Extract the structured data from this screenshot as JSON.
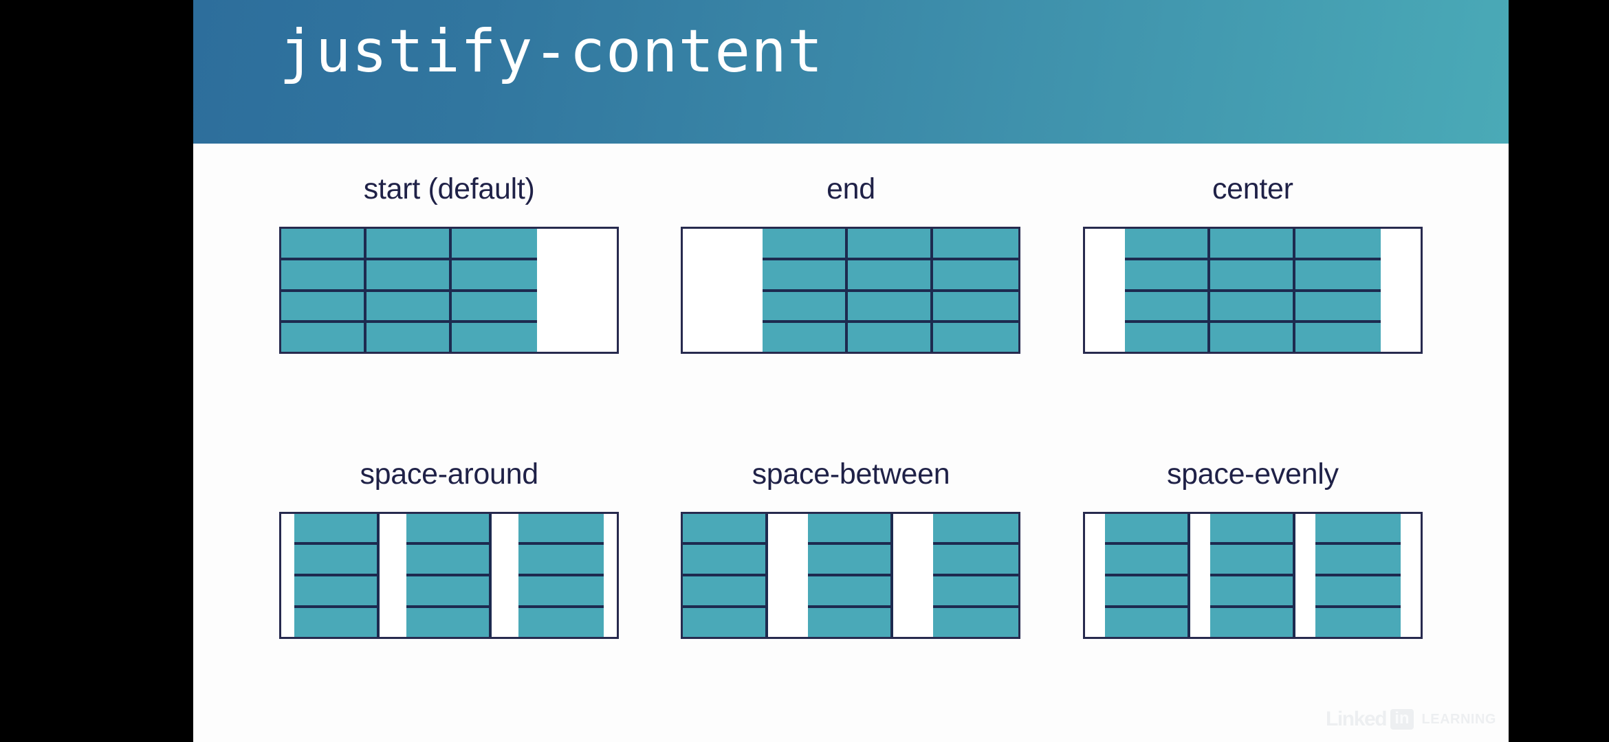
{
  "slide": {
    "title": "justify-content",
    "title_bar": {
      "gradient_from": "#2d6e9c",
      "gradient_to": "#4aaab7"
    },
    "background": "#fdfdfd",
    "label_color": "#1f2147",
    "item_fill": "#4aa9b8",
    "item_border": "#1d2a4f",
    "container_border": "#272a4e"
  },
  "examples": [
    {
      "label": "start (default)",
      "justify": "start",
      "item_count": 3,
      "rows_per_item": 4
    },
    {
      "label": "end",
      "justify": "end",
      "item_count": 3,
      "rows_per_item": 4
    },
    {
      "label": "center",
      "justify": "center",
      "item_count": 3,
      "rows_per_item": 4
    },
    {
      "label": "space-around",
      "justify": "space-around",
      "item_count": 3,
      "rows_per_item": 4
    },
    {
      "label": "space-between",
      "justify": "space-between",
      "item_count": 3,
      "rows_per_item": 4
    },
    {
      "label": "space-evenly",
      "justify": "space-evenly",
      "item_count": 3,
      "rows_per_item": 4
    }
  ],
  "watermark": {
    "brand": "Linked",
    "badge": "in",
    "product": "LEARNING"
  }
}
